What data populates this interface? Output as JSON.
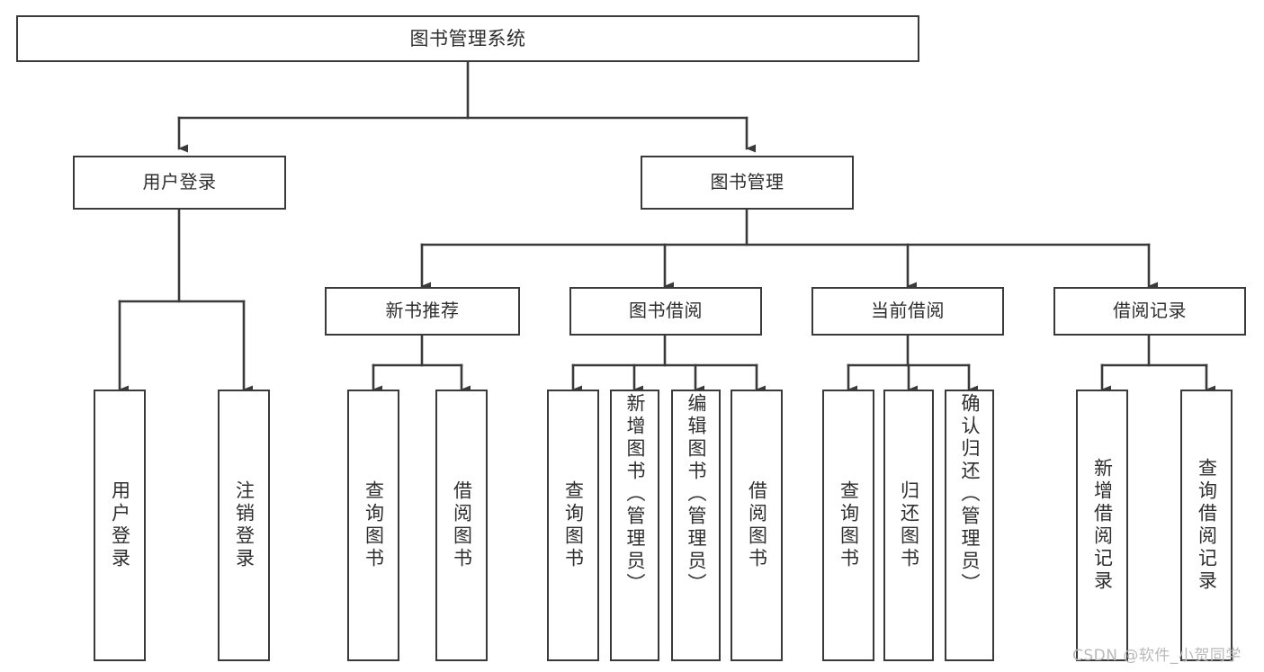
{
  "diagram": {
    "type": "tree",
    "title": "图书管理系统",
    "orientation": "top-down",
    "colors": {
      "background": "#ffffff",
      "node_fill": "#ffffff",
      "node_stroke": "#3a3a3a",
      "edge_stroke": "#3a3a3a",
      "text": "#2e2e2e",
      "watermark": "#b9b9b9"
    },
    "root": {
      "id": "root",
      "label": "图书管理系统"
    },
    "level2": [
      {
        "id": "user-login",
        "label": "用户登录"
      },
      {
        "id": "book-manage",
        "label": "图书管理"
      }
    ],
    "level3": [
      {
        "id": "new-book-rec",
        "label": "新书推荐",
        "parent": "book-manage"
      },
      {
        "id": "book-borrow",
        "label": "图书借阅",
        "parent": "book-manage"
      },
      {
        "id": "current-borrow",
        "label": "当前借阅",
        "parent": "book-manage"
      },
      {
        "id": "borrow-record",
        "label": "借阅记录",
        "parent": "book-manage"
      }
    ],
    "leaves": [
      {
        "id": "leaf-user-login",
        "label": "用户登录",
        "parent": "user-login"
      },
      {
        "id": "leaf-user-logout",
        "label": "注销登录",
        "parent": "user-login"
      },
      {
        "id": "leaf-query-book-1",
        "label": "查询图书",
        "parent": "new-book-rec"
      },
      {
        "id": "leaf-borrow-book-1",
        "label": "借阅图书",
        "parent": "new-book-rec"
      },
      {
        "id": "leaf-query-book-2",
        "label": "查询图书",
        "parent": "book-borrow"
      },
      {
        "id": "leaf-add-book",
        "label": "新增图书（管理员）",
        "parent": "book-borrow"
      },
      {
        "id": "leaf-edit-book",
        "label": "编辑图书（管理员）",
        "parent": "book-borrow"
      },
      {
        "id": "leaf-borrow-book-2",
        "label": "借阅图书",
        "parent": "book-borrow"
      },
      {
        "id": "leaf-query-book-3",
        "label": "查询图书",
        "parent": "current-borrow"
      },
      {
        "id": "leaf-return-book",
        "label": "归还图书",
        "parent": "current-borrow"
      },
      {
        "id": "leaf-confirm-return",
        "label": "确认归还（管理员）",
        "parent": "current-borrow"
      },
      {
        "id": "leaf-add-record",
        "label": "新增借阅记录",
        "parent": "borrow-record"
      },
      {
        "id": "leaf-query-record",
        "label": "查询借阅记录",
        "parent": "borrow-record"
      }
    ]
  },
  "watermark": {
    "text": "CSDN @软件_小贺同学"
  }
}
